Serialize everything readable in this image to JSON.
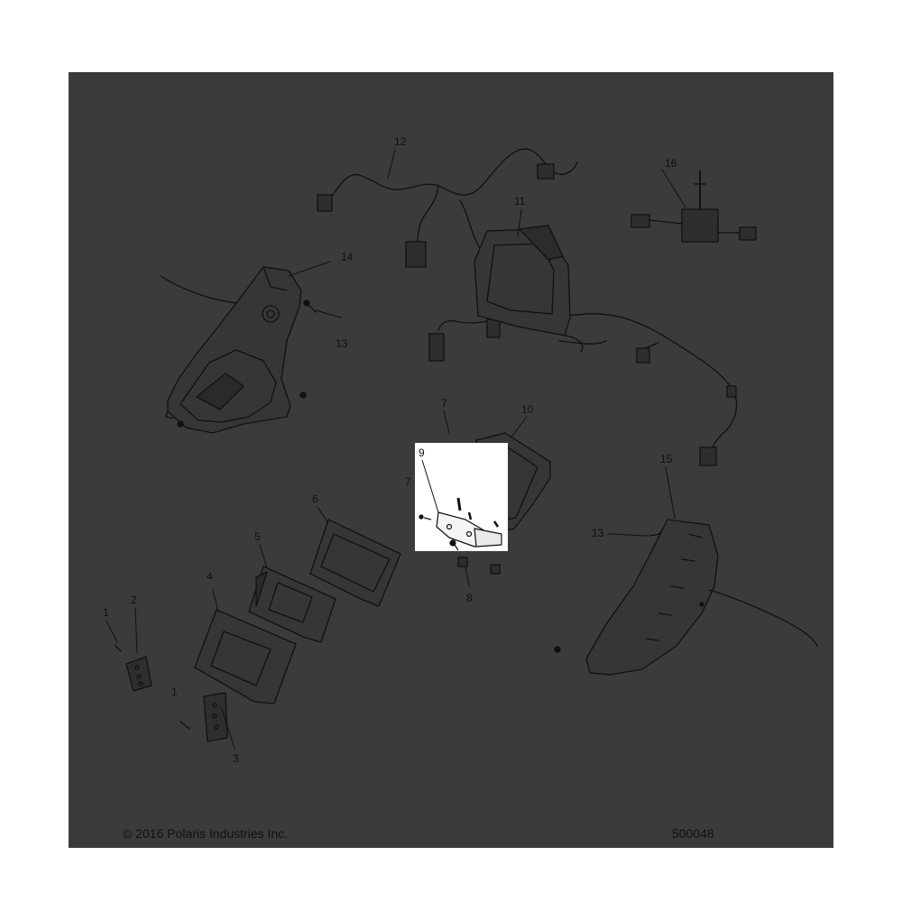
{
  "diagram": {
    "callouts": [
      "1",
      "2",
      "3",
      "4",
      "5",
      "6",
      "7",
      "8",
      "9",
      "10",
      "11",
      "12",
      "13",
      "14",
      "15",
      "16"
    ],
    "highlighted_callout": "9"
  },
  "footer": {
    "copyright": "© 2016 Polaris Industries Inc.",
    "diagram_number": "500048"
  },
  "colors": {
    "page": "#ffffff",
    "background": "#3b3b3b",
    "line": "#111111",
    "highlight_panel": "#ffffff"
  }
}
